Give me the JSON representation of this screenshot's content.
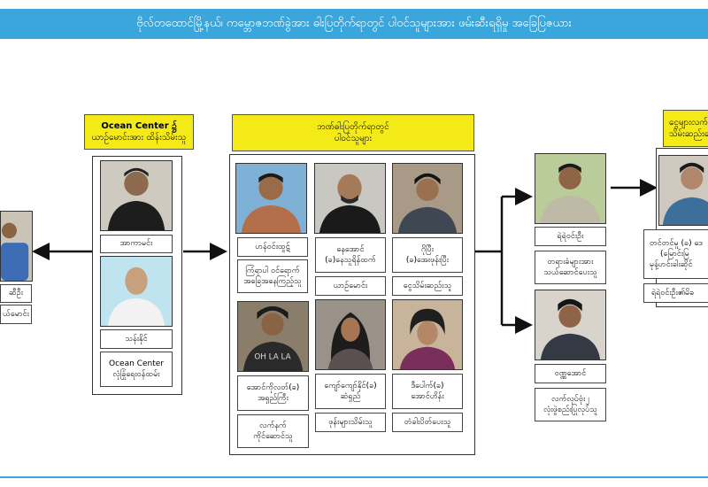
{
  "banner": "ဗိုလ်တထောင်မြို့နယ်၊ ကမ္ဘောဇဘဏ်ခွဲအား ဓါးပြတိုက်ရာတွင် ပါဝင်သူများအား ဖမ်းဆီးရရှိမှု အခြေပြဇယား",
  "left_person": {
    "name": "ဆီဦး",
    "role": "ယ်မောင်း"
  },
  "ocean_center": {
    "header_line1": "Ocean Center ၌",
    "header_line2": "ယာဉ်မောင်းအား ထိန်းသိမ်းသူ",
    "person1": {
      "name": "အာကာမင်း"
    },
    "person2": {
      "name": "သန်းနိုင်",
      "role_line1": "Ocean Center",
      "role_line2": "လုံခြုံရေးဝန်ထမ်း"
    }
  },
  "robbers": {
    "header_line1": "ဘဏ်ဓါးပြတိုက်ရာတွင်",
    "header_line2": "ပါဝင်သူများ",
    "people": [
      {
        "name": "ဟန်ဝင်းထွဋ်",
        "role_line1": "ကြံရာပါ ဝင်ရောက်",
        "role_line2": "အခြေအနေကြည့်သူ"
      },
      {
        "name_line1": "နေအောင်",
        "name_line2": "(ခ)နေသူရိန်ထက်",
        "role": "ယာဉ်မောင်း"
      },
      {
        "name_line1": "ဂိုပြီး",
        "name_line2": "(ခ)အေးဖုန်းပြီး",
        "role": "ငွေသိမ်းဆည်းသူ"
      },
      {
        "name_line1": "အောင်ကိုလတ်(ခ)",
        "name_line2": "အရှည်ကြီး",
        "role_line1": "လက်နက်",
        "role_line2": "ကိုင်ဆောင်သူ"
      },
      {
        "name_line1": "ကျော်ကျော်နိုင်(ခ)",
        "name_line2": "ဆံရှည်",
        "role": "ဖုန်းများသိမ်းသူ"
      },
      {
        "name_line1": "ဒီပေါက်(ခ)",
        "name_line2": "အောင်ဟိန်း",
        "role": "တံခါးပိတ်ပေးသူ"
      }
    ]
  },
  "helpers": [
    {
      "name": "ရဲရဲဝင်းဦး",
      "role_line1": "တရားခံများအား",
      "role_line2": "သယ်ဆောင်ပေးသူ"
    },
    {
      "name": "ဝဏ္ဏအောင်",
      "role_line1": "လက်လုပ်ဗုံး၂",
      "role_line2": "လုံးဖွဲစည်းပြုလုပ်သူ"
    }
  ],
  "receivers": {
    "header_line1": "ငွေများလက်",
    "header_line2": "သိမ်းဆည်းပေ",
    "person": {
      "desc_line1": "တင်တင်မူ (ခ) ဒေ",
      "desc_line2": "(မြောင်းမြ",
      "desc_line3": "မုန့်ဟင်းခါးဆိုင်",
      "name2": "ရဲရဲဝင်းဦး၏မိခ"
    }
  },
  "colors": {
    "banner": "#3aa6dc",
    "header": "#f3ea18"
  }
}
